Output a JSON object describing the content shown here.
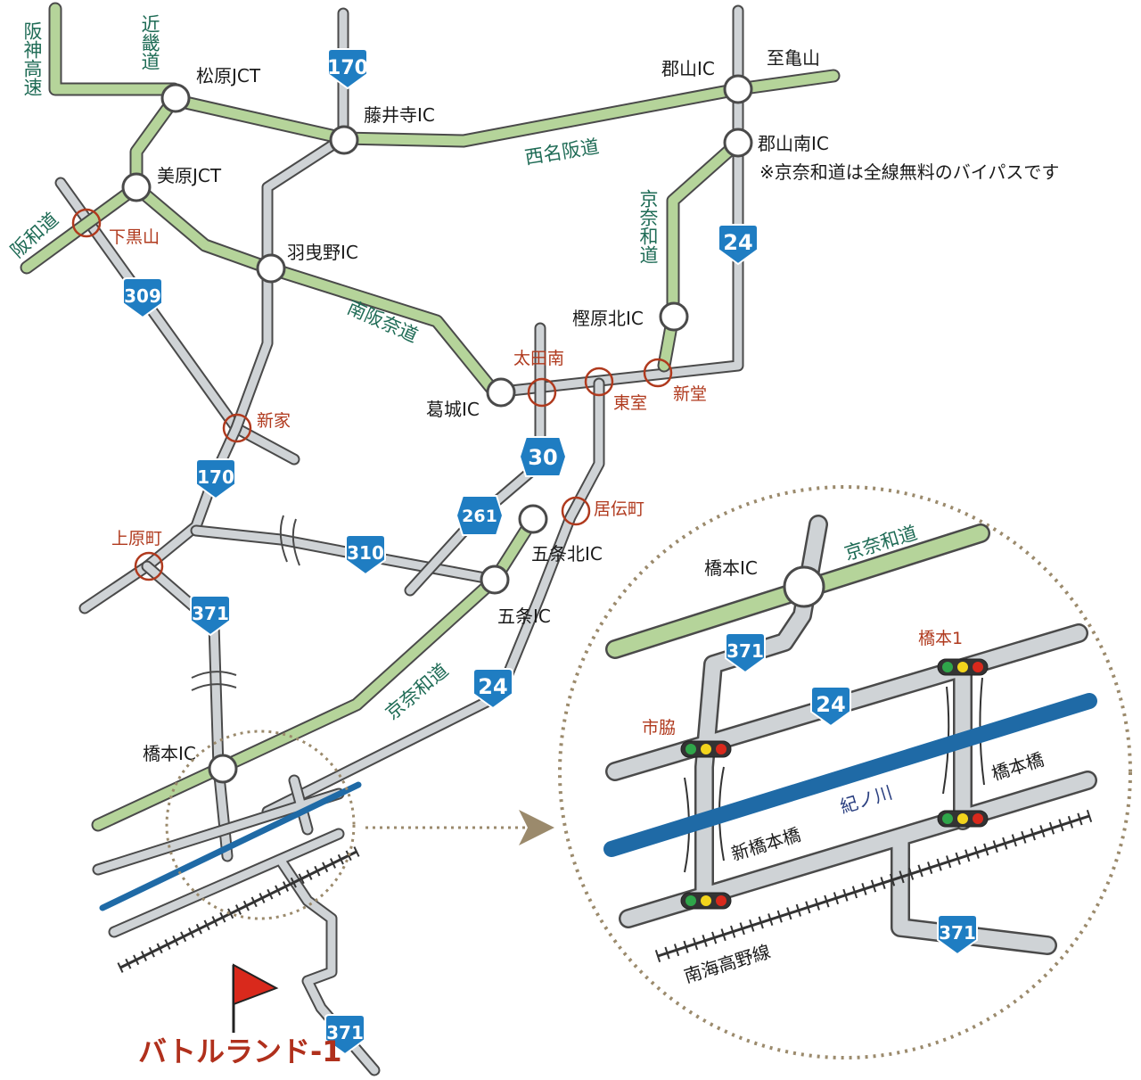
{
  "colors": {
    "expressway": "#b5d49a",
    "road": "#cfd3d6",
    "outline": "#4a4a4a",
    "river": "#1f6aa6",
    "crossing": "#b03a1e",
    "shield": "#1f7dc2",
    "expressway_label": "#1e6b55",
    "flag": "#d9291c",
    "dotted_circle": "#9b8a6c"
  },
  "expressways": {
    "hanshin": "阪神高速",
    "kinki": "近畿道",
    "hanwa": "阪和道",
    "nishi_meihan": "西名阪道",
    "minami_hannan": "南阪奈道",
    "keinawa_north": "京奈和道",
    "keinawa_south": "京奈和道"
  },
  "interchanges": {
    "matsubara_jct": "松原JCT",
    "fujiidera_ic": "藤井寺IC",
    "mihara_jct": "美原JCT",
    "habikino_ic": "羽曳野IC",
    "koriyama_ic": "郡山IC",
    "koriyama_minami_ic": "郡山南IC",
    "kashihara_kita_ic": "樫原北IC",
    "katsuragi_ic": "葛城IC",
    "gojo_kita_ic": "五条北IC",
    "gojo_ic": "五条IC",
    "hashimoto_ic": "橋本IC"
  },
  "crossings": {
    "shimokuroyama": "下黒山",
    "shinke": "新家",
    "kamiharacho": "上原町",
    "otaminami": "太田南",
    "higashimuro": "東室",
    "shindo": "新堂",
    "iden": "居伝町"
  },
  "notes": {
    "to_kameyama": "至亀山",
    "keinawa_free": "※京奈和道は全線無料のバイパスです"
  },
  "route_shields": {
    "r170_top": "170",
    "r24_right": "24",
    "r309": "309",
    "r170_mid": "170",
    "r30": "30",
    "r261": "261",
    "r310": "310",
    "r371_left": "371",
    "r24_lower": "24",
    "r371_bottom": "371"
  },
  "destination": {
    "name": "バトルランド-1",
    "flag_icon": "flag-icon"
  },
  "inset": {
    "hashimoto_ic": "橋本IC",
    "keinawa": "京奈和道",
    "hashimoto1": "橋本1",
    "ichiwaki": "市脇",
    "kinokawa": "紀ノ川",
    "hashimoto_bridge": "橋本橋",
    "shin_hashimoto_bridge": "新橋本橋",
    "nankai_koya_line": "南海高野線",
    "r371_top": "371",
    "r24": "24",
    "r371_bottom": "371",
    "traffic_light_icon": "traffic-light-icon"
  }
}
